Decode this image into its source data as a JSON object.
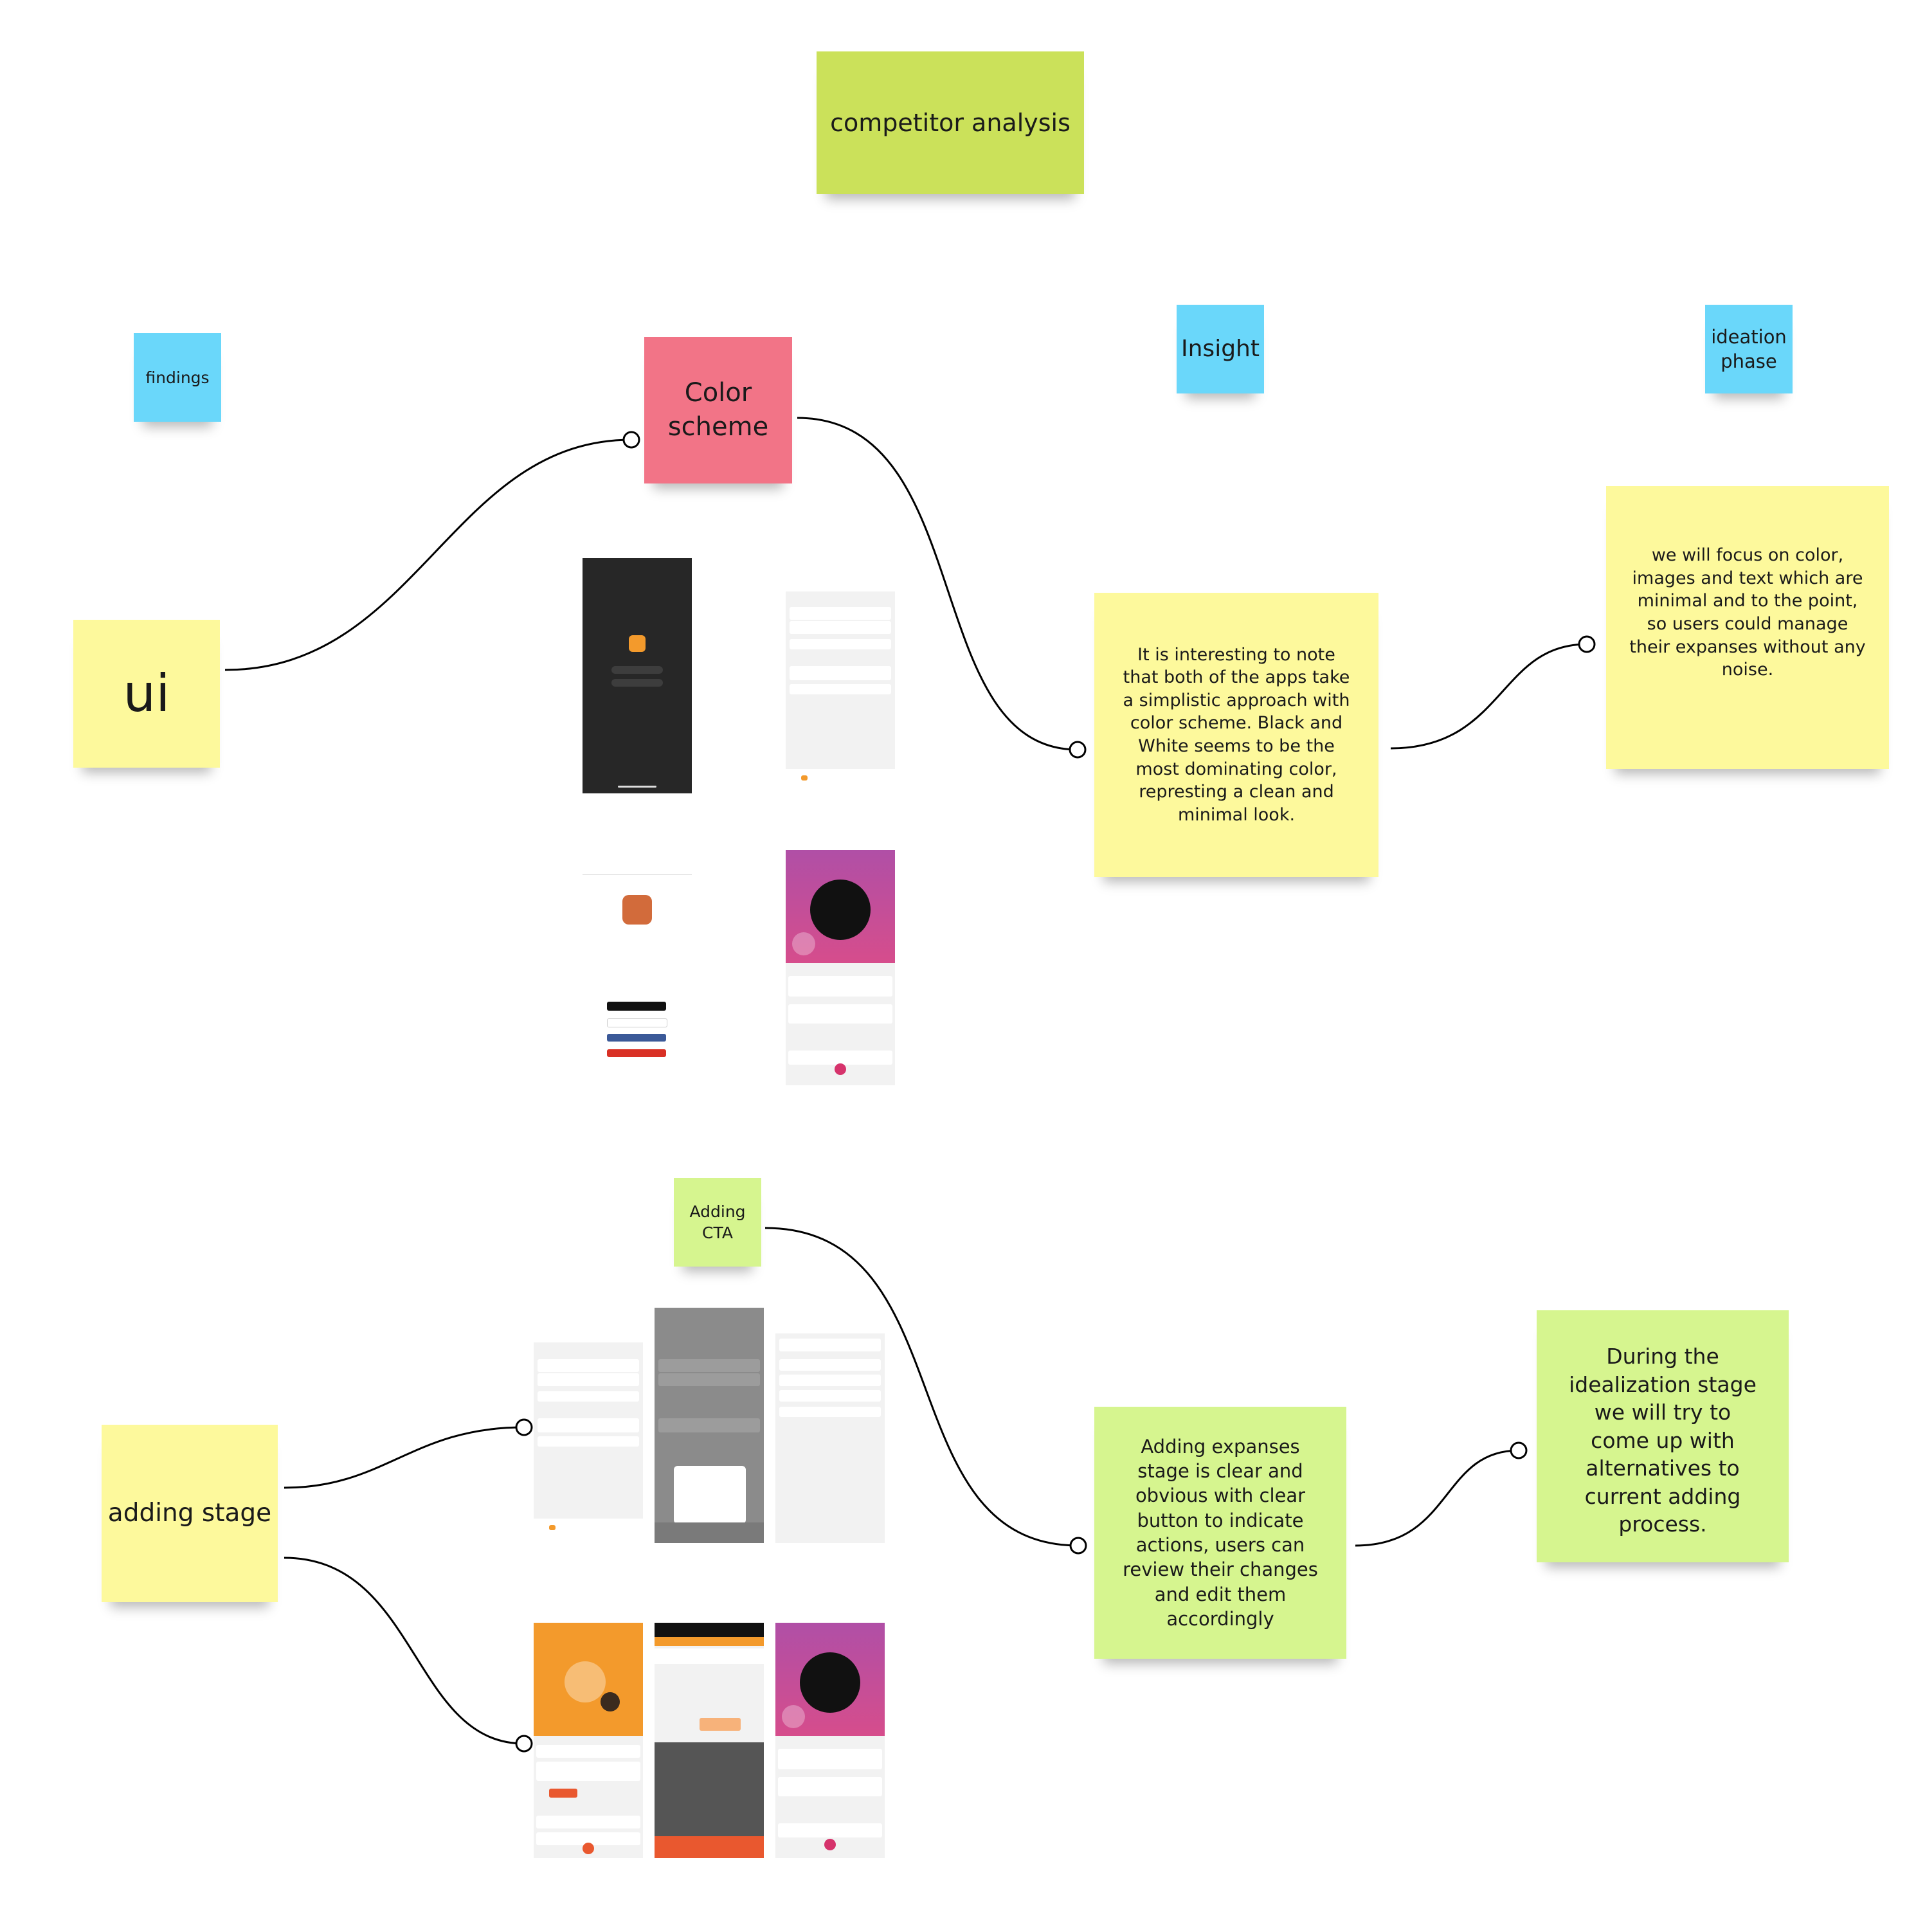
{
  "notes": {
    "title": "competitor analysis",
    "findings": "findings",
    "color_scheme": "Color scheme",
    "insight": "Insight",
    "ideation": "ideation phase",
    "ui": "ui",
    "insight_text": "It is interesting to note that both of the apps take a simplistic approach with color scheme. Black and White seems to be the most dominating color, represting a clean and minimal look.",
    "ideation_text": "we will focus on color, images and text which are minimal and to the point, so users could manage their expanses without any noise.",
    "adding_cta": "Adding CTA",
    "adding_stage": "adding stage",
    "adding_text": "Adding expanses stage is clear and obvious with clear button to indicate actions, users can review their changes and edit them accordingly",
    "idealization_text": "During the idealization  stage we will try to come up with alternatives to current adding process."
  },
  "colors": {
    "yellow": "#fdf99c",
    "green": "#d6f58f",
    "lime": "#cbe15a",
    "blue": "#6ad7fa",
    "pink": "#f27487",
    "orange": "#f39a2c",
    "purple": "#b04fa6"
  }
}
